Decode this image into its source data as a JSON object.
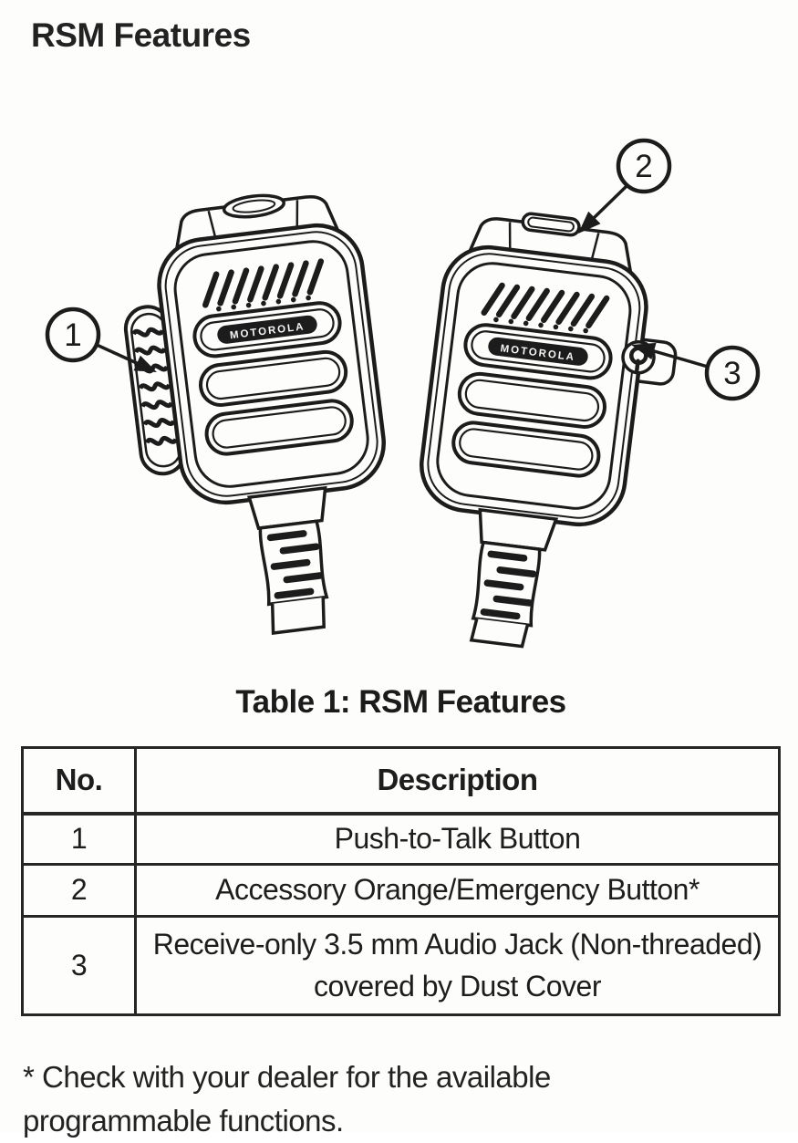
{
  "page": {
    "title": "RSM Features"
  },
  "figure": {
    "brand_label": "MOTOROLA",
    "callouts": [
      {
        "number": "1",
        "points_to": "push-to-talk-button"
      },
      {
        "number": "2",
        "points_to": "orange-emergency-button"
      },
      {
        "number": "3",
        "points_to": "audio-jack-dust-cover"
      }
    ]
  },
  "table": {
    "caption": "Table 1: RSM Features",
    "headers": [
      "No.",
      "Description"
    ],
    "rows": [
      {
        "no": "1",
        "description": "Push-to-Talk Button"
      },
      {
        "no": "2",
        "description": "Accessory Orange/Emergency Button*"
      },
      {
        "no": "3",
        "description": "Receive-only 3.5 mm Audio Jack (Non-threaded) covered by Dust Cover"
      }
    ]
  },
  "footnote": "* Check with your dealer for the available programmable functions.",
  "colors": {
    "ink": "#1c1c1c",
    "paper": "#fdfdfc"
  }
}
